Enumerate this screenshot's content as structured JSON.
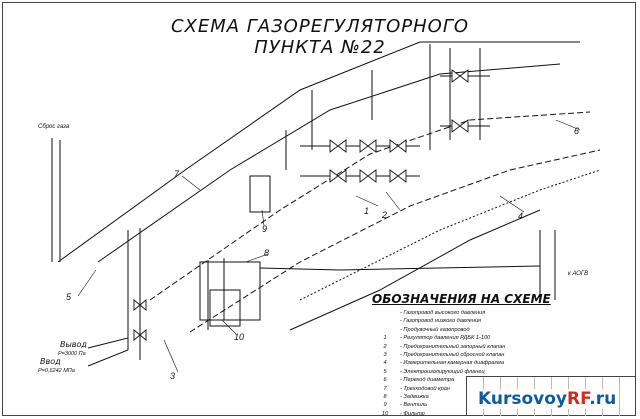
{
  "title": "СХЕМА ГАЗОРЕГУЛЯТОРНОГО ПУНКТА №22",
  "legend_title": "ОБОЗНАЧЕНИЯ НА СХЕМЕ",
  "legend": [
    {
      "key": "",
      "text": "- Газопровод высокого давления"
    },
    {
      "key": "",
      "text": "- Газопровод низкого давления"
    },
    {
      "key": "",
      "text": "- Продувочный газопровод"
    },
    {
      "key": "1",
      "text": "- Регулятор давления РДБК 1-100"
    },
    {
      "key": "2",
      "text": "- Предохранительный запорный клапан"
    },
    {
      "key": "3",
      "text": "- Предохранительный сбросной клапан"
    },
    {
      "key": "4",
      "text": "- Измерительная камерная диафрагма"
    },
    {
      "key": "5",
      "text": "- Электроизолирующий фланец"
    },
    {
      "key": "6",
      "text": "- Переход диаметра"
    },
    {
      "key": "7",
      "text": "- Трехходовой кран"
    },
    {
      "key": "8",
      "text": "- Задвижка"
    },
    {
      "key": "9",
      "text": "- Вентиль"
    },
    {
      "key": "10",
      "text": "- Фильтр"
    }
  ],
  "io": {
    "outlet_label": "Вывод",
    "outlet_pressure": "Р=3000 Па",
    "inlet_label": "Ввод",
    "inlet_pressure": "Р=0,6242 МПа",
    "vent_label": "Сброс газа",
    "agv_label": "к АОГВ"
  },
  "callouts": [
    "1",
    "2",
    "3",
    "4",
    "5",
    "6",
    "7",
    "8",
    "9",
    "10"
  ],
  "watermark": {
    "main": "Kursovoy",
    "accent": "RF",
    "tail": ".ru"
  }
}
